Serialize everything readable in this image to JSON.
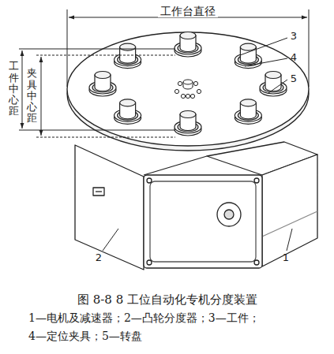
{
  "diagram": {
    "caption": "图 8-8 8 工位自动化专机分度装置",
    "labels": [
      "工作台直径",
      "工件中心距",
      "夹具中心距",
      "3",
      "4",
      "5",
      "2",
      "1",
      "1—电机及减速器；2—凸轮分度器；3—工件；",
      "4—定位夹具；5—转盘"
    ]
  }
}
